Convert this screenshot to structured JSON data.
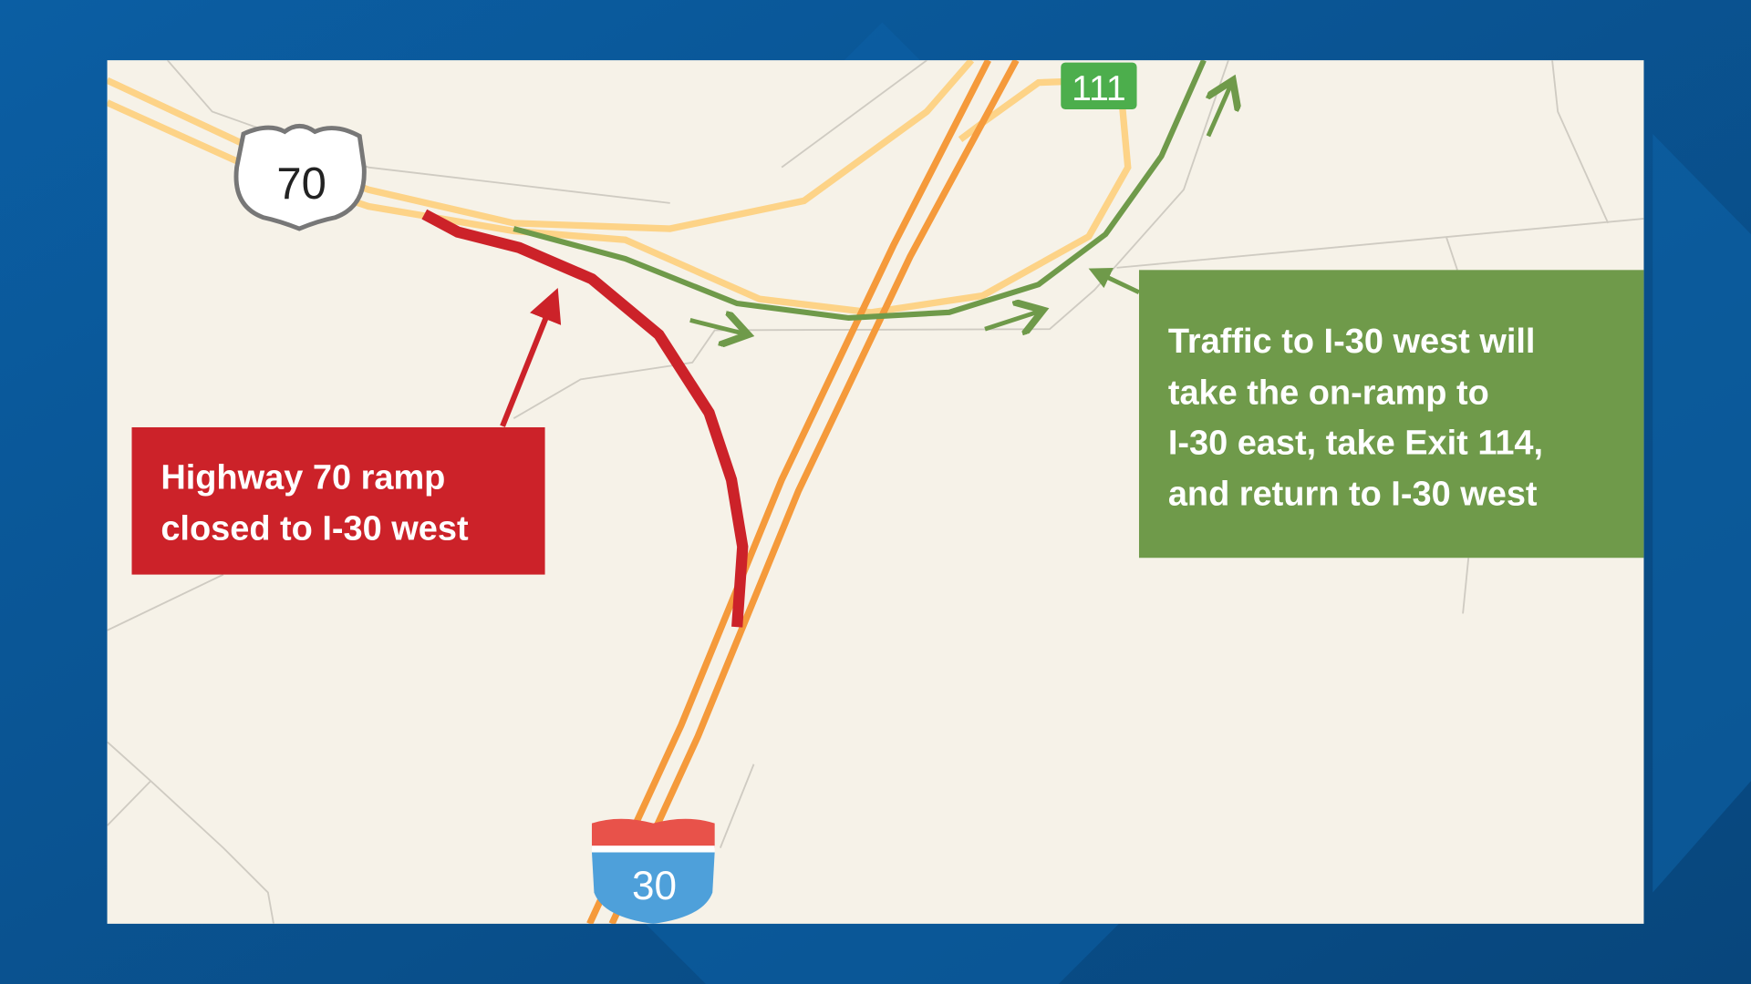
{
  "map": {
    "shields": {
      "us_route": "70",
      "interstate": "30",
      "exit": "111"
    },
    "callouts": {
      "closed": {
        "lines": [
          "Highway 70 ramp",
          "closed to I-30 west"
        ]
      },
      "detour": {
        "lines": [
          "Traffic to I-30 west will",
          "take the on-ramp to",
          "I-30 east, take Exit 114,",
          "and return to I-30 west"
        ]
      }
    },
    "colors": {
      "background": "#0a5896",
      "land": "#f6f2e8",
      "highway_yellow": "#fdd387",
      "interstate_orange": "#f59a3b",
      "closed_red": "#cc2229",
      "detour_green": "#6f9a4a",
      "exit_badge": "#4cae4c"
    }
  }
}
